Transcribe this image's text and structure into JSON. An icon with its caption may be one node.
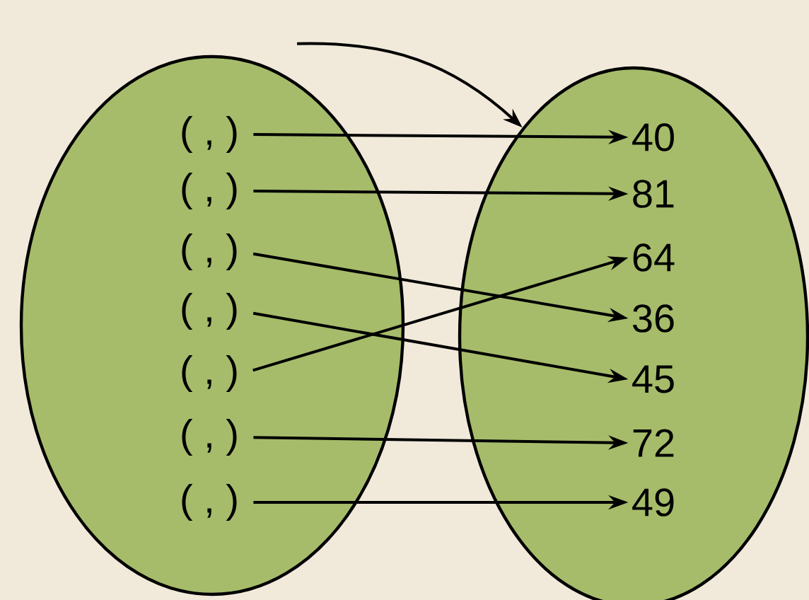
{
  "diagram": {
    "nodes": [
      {
        "text": [],
        "shape": "ellipse"
      },
      {
        "text": [
          "( , )"
        ],
        "in": 0
      },
      {
        "text": [
          "( , )"
        ],
        "in": 0
      },
      {
        "text": [
          "( , )"
        ],
        "in": 0
      },
      {
        "text": [
          "( , )"
        ],
        "in": 0
      },
      {
        "text": [
          "( , )"
        ],
        "in": 0
      },
      {
        "text": [
          "( , )"
        ],
        "in": 0
      },
      {
        "text": [
          "( , )"
        ],
        "in": 0
      },
      {
        "text": [],
        "shape": "ellipse"
      },
      {
        "text": [
          "40"
        ],
        "in": 8
      },
      {
        "text": [
          "81"
        ],
        "in": 8
      },
      {
        "text": [
          "64"
        ],
        "in": 8
      },
      {
        "text": [
          "36"
        ],
        "in": 8
      },
      {
        "text": [
          "45"
        ],
        "in": 8
      },
      {
        "text": [
          "72"
        ],
        "in": 8
      },
      {
        "text": [
          "49"
        ],
        "in": 8
      }
    ],
    "edges": [
      {
        "from": 0,
        "to": 8,
        "arrow": "to"
      },
      {
        "from": 1,
        "to": 9,
        "arrow": "to"
      },
      {
        "from": 2,
        "to": 10,
        "arrow": "to"
      },
      {
        "from": 3,
        "to": 12,
        "arrow": "to"
      },
      {
        "from": 4,
        "to": 13,
        "arrow": "to"
      },
      {
        "from": 5,
        "to": 11,
        "arrow": "to"
      },
      {
        "from": 6,
        "to": 14,
        "arrow": "to"
      },
      {
        "from": 7,
        "to": 15,
        "arrow": "to"
      }
    ]
  }
}
